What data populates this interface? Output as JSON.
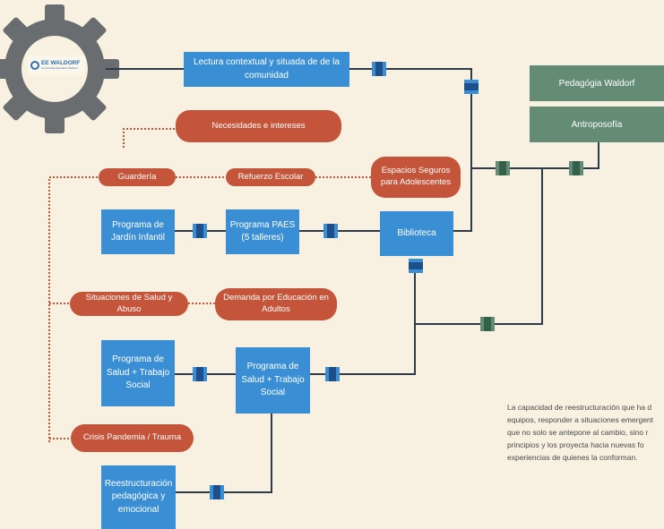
{
  "logo": {
    "text": "EE WALDORF",
    "subtitle": "Comunidad Educativa Waldorf"
  },
  "boxes": {
    "lectura": "Lectura contextual y situada de de la comunidad",
    "jardin": "Programa de Jardín Infantil",
    "paes": "Programa PAES (5 talleres)",
    "biblioteca": "Biblioteca",
    "salud_left": "Programa de Salud + Trabajo Social",
    "salud_center": "Programa de Salud + Trabajo Social",
    "reestructuracion": "Reestructuración pedagógica y emocional"
  },
  "pills": {
    "necesidades": "Necesidades e intereses",
    "guarderia": "Guardería",
    "refuerzo": "Refuerzo Escolar",
    "espacios": "Espacios Seguros para Adolescentes",
    "situaciones": "Situaciones de Salud y Abuso",
    "demanda": "Demanda por Educación en Adultos",
    "crisis": "Crisis Pandemia / Trauma"
  },
  "green": {
    "waldorf": "Pedagógia Waldorf",
    "antroposofia": "Antroposofía"
  },
  "paragraph": {
    "line1": "La capacidad de reestructuración que ha d",
    "line2": "equipos, responder a situaciones emergent",
    "line3": "que no solo se antepone al cambio, sino r",
    "line4": "principios y los proyecta hacia nuevas fo",
    "line5": "experiencias de quienes la conforman."
  },
  "colors": {
    "background": "#f8f1e1",
    "box_blue": "#3a8fd4",
    "pill_red": "#c4553a",
    "green": "#648c74",
    "gear": "#6a6d70",
    "line": "#2e3b4a",
    "dotted": "#c4553a",
    "connector_outline": "#1f4f8a",
    "connector_green": "#4f8a6a"
  }
}
